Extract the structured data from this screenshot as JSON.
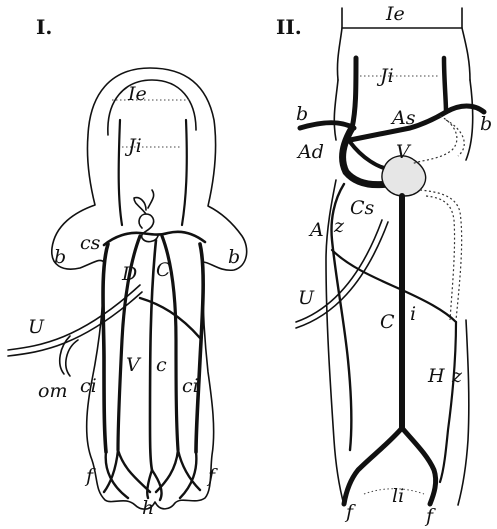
{
  "panel_1": {
    "numeral": "I.",
    "labels": {
      "ie": "Ie",
      "ji": "Ji",
      "cs": "cs",
      "b_left": "b",
      "b_right": "b",
      "d": "D",
      "c_upper": "C",
      "u": "U",
      "om": "om",
      "ci_left": "ci",
      "v": "V",
      "c_lower": "c",
      "ci_right": "ci",
      "f_left": "f",
      "h": "h",
      "f_right": "f"
    }
  },
  "panel_2": {
    "numeral": "II.",
    "labels": {
      "ie": "Ie",
      "ji": "Ji",
      "b_left": "b",
      "as": "As",
      "b_right": "b",
      "ad": "Ad",
      "v": "V",
      "cs": "Cs",
      "a": "A",
      "z_upper": "z",
      "u": "U",
      "c": "C",
      "i": "i",
      "h": "H",
      "z_lower": "z",
      "f_left": "f",
      "ii": "li",
      "f_right": "f"
    }
  },
  "colors": {
    "ink": "#111111",
    "paper": "#ffffff"
  }
}
